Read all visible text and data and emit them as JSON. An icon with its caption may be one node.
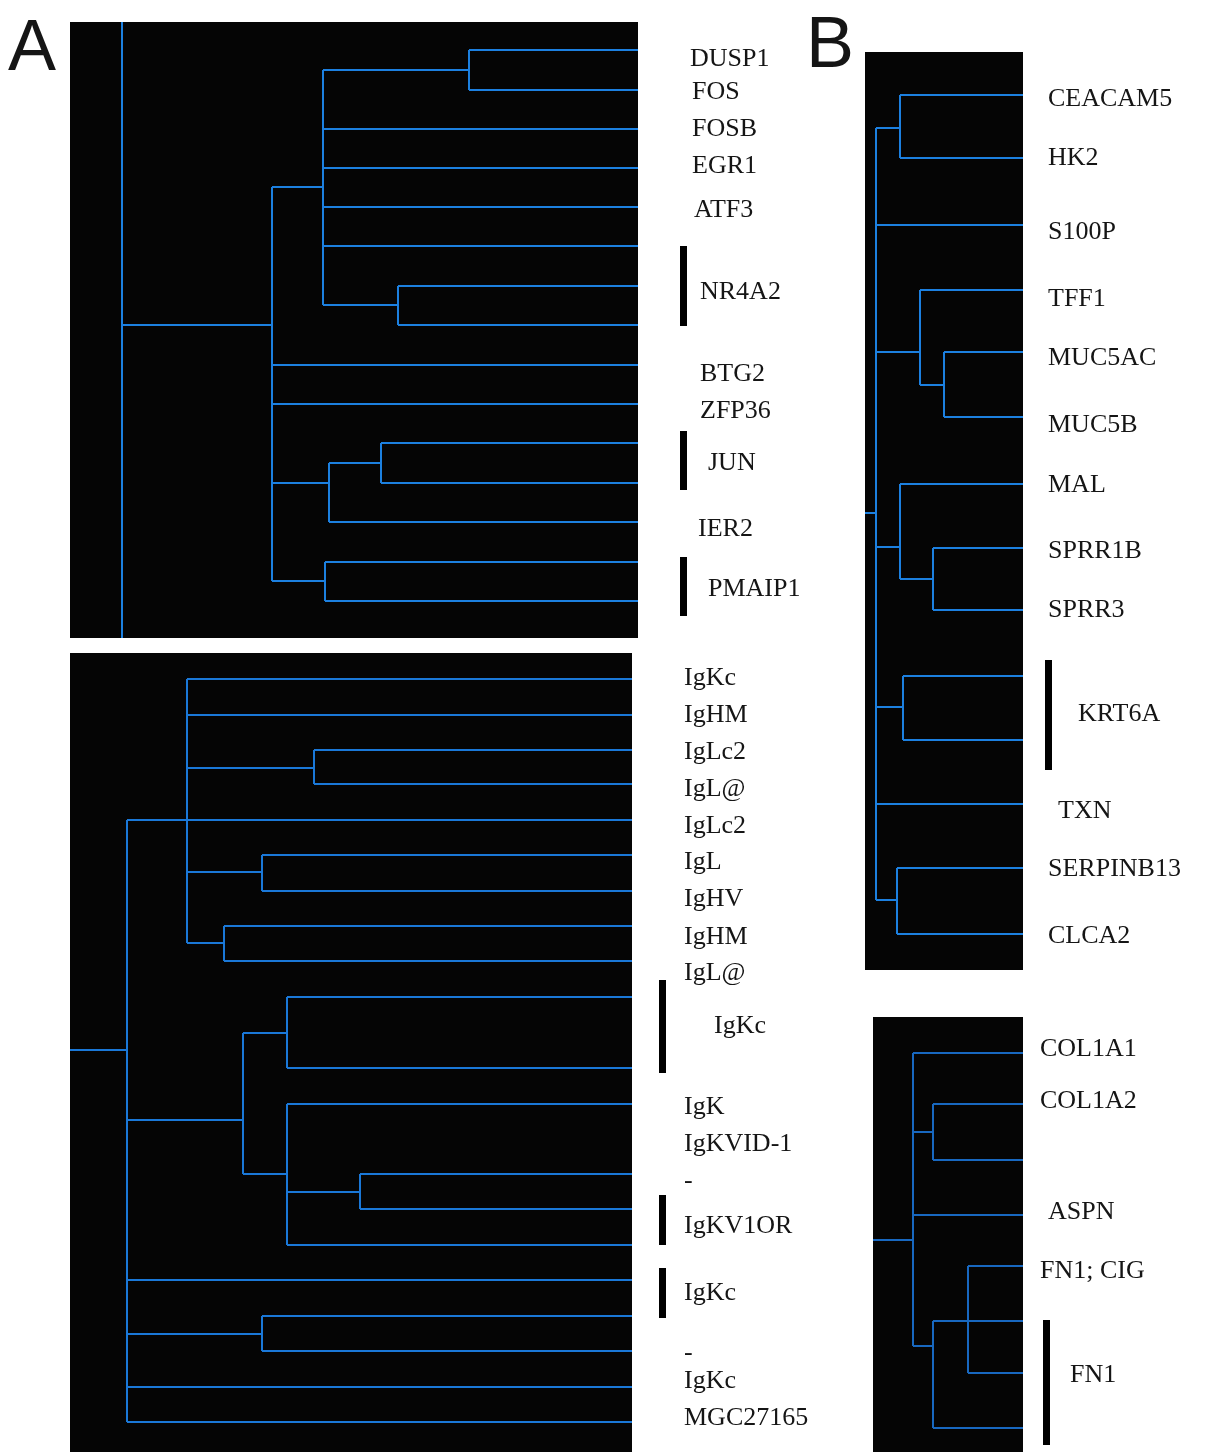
{
  "diagram": {
    "labels": [
      "A",
      "DUSP1",
      "FOS",
      "FOSB",
      "EGR1",
      "ATF3",
      "NR4A2",
      "BTG2",
      "ZFP36",
      "JUN",
      "IER2",
      "PMAIP1",
      "IgKc",
      "IgHM",
      "IgLc2",
      "IgL@",
      "IgLc2",
      "IgL",
      "IgHV",
      "IgHM",
      "IgL@",
      "IgKc",
      "IgK",
      "IgKVID-1",
      "-",
      "IgKV1OR",
      "IgKc",
      "-",
      "IgKc",
      "MGC27165",
      "B",
      "CEACAM5",
      "HK2",
      "S100P",
      "TFF1",
      "MUC5AC",
      "MUC5B",
      "MAL",
      "SPRR1B",
      "SPRR3",
      "KRT6A",
      "TXN",
      "SERPINB13",
      "CLCA2",
      "COL1A1",
      "COL1A2",
      "ASPN",
      "FN1; CIG",
      "FN1"
    ]
  }
}
